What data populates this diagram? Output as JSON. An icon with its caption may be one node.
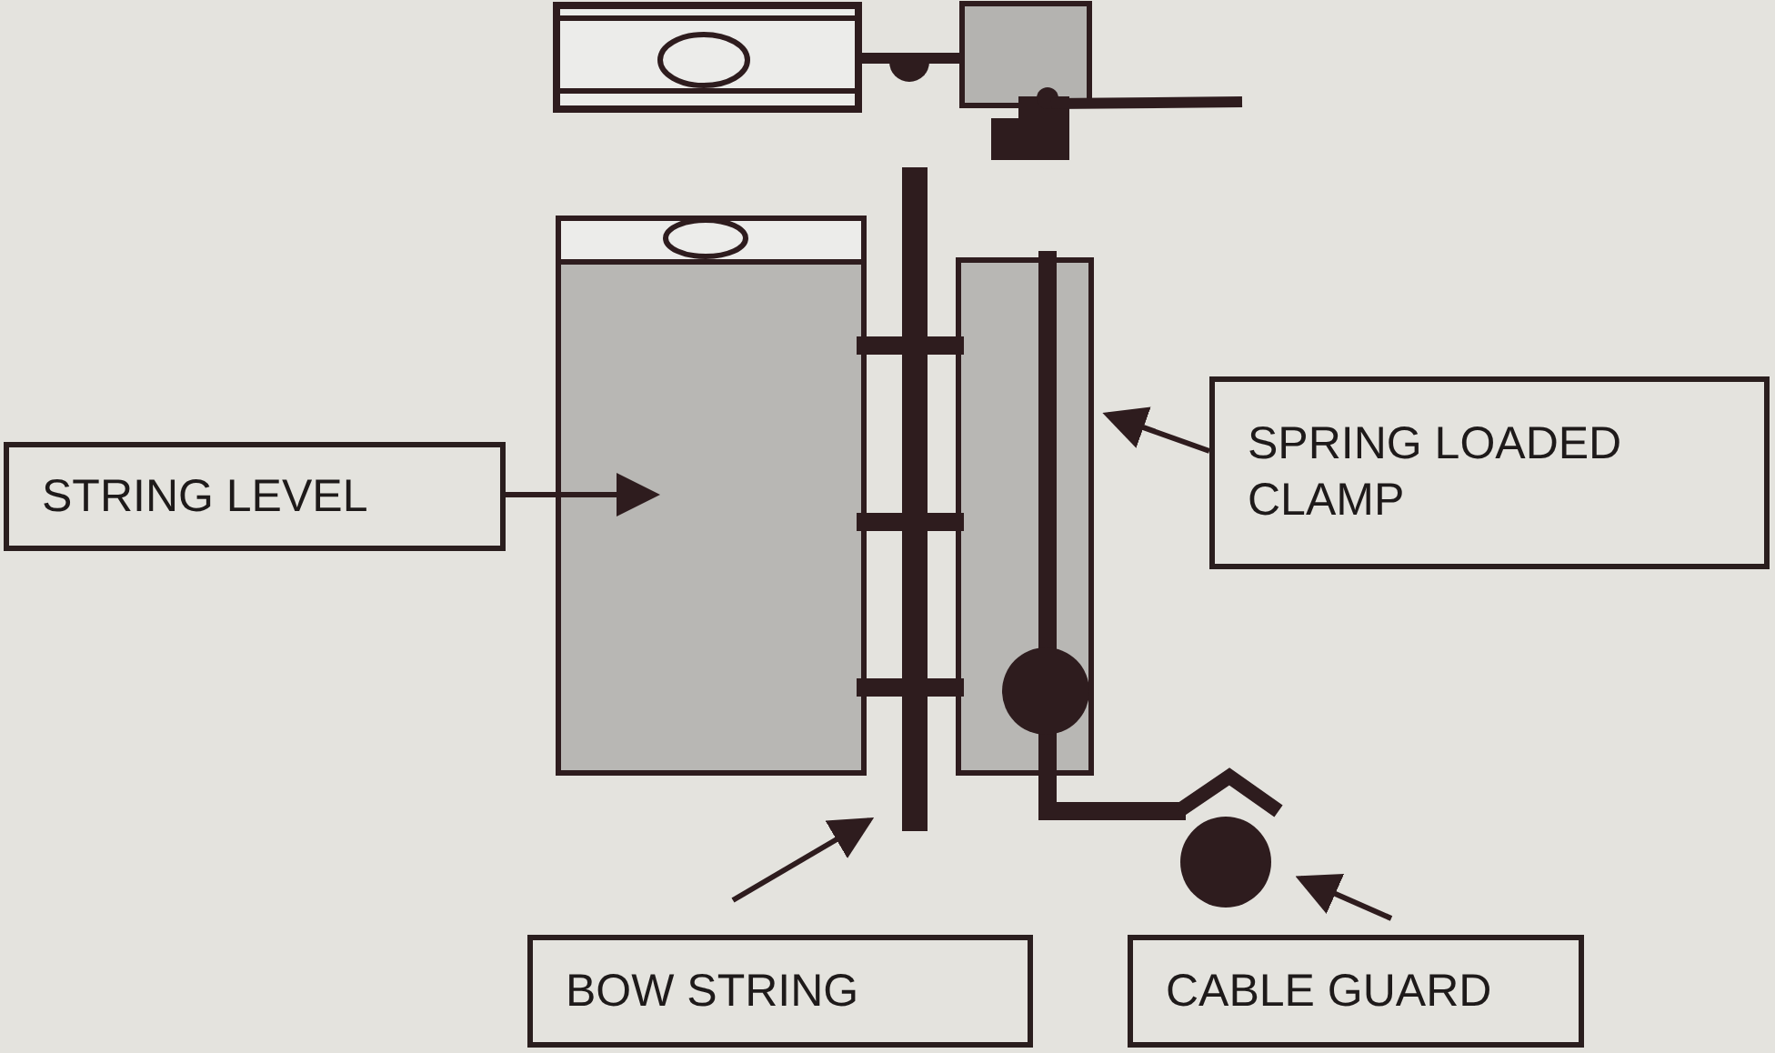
{
  "diagram": {
    "nodes": [
      {
        "text": [],
        "shape": "box"
      },
      {
        "text": [],
        "shape": "bar"
      },
      {
        "text": [],
        "shape": "box"
      },
      {
        "text": [],
        "shape": "circle"
      },
      {
        "text": [
          "STRING LEVEL"
        ]
      },
      {
        "text": [
          "SPRING LOADED CLAMP"
        ]
      },
      {
        "text": [
          "BOW STRING"
        ]
      },
      {
        "text": [
          "CABLE GUARD"
        ]
      }
    ],
    "edges": [
      {
        "from": 4,
        "to": 0,
        "arrow": "to"
      },
      {
        "from": 5,
        "to": 2,
        "arrow": "to"
      },
      {
        "from": 6,
        "to": 1,
        "arrow": "to"
      },
      {
        "from": 7,
        "to": 3,
        "arrow": "to"
      }
    ]
  }
}
